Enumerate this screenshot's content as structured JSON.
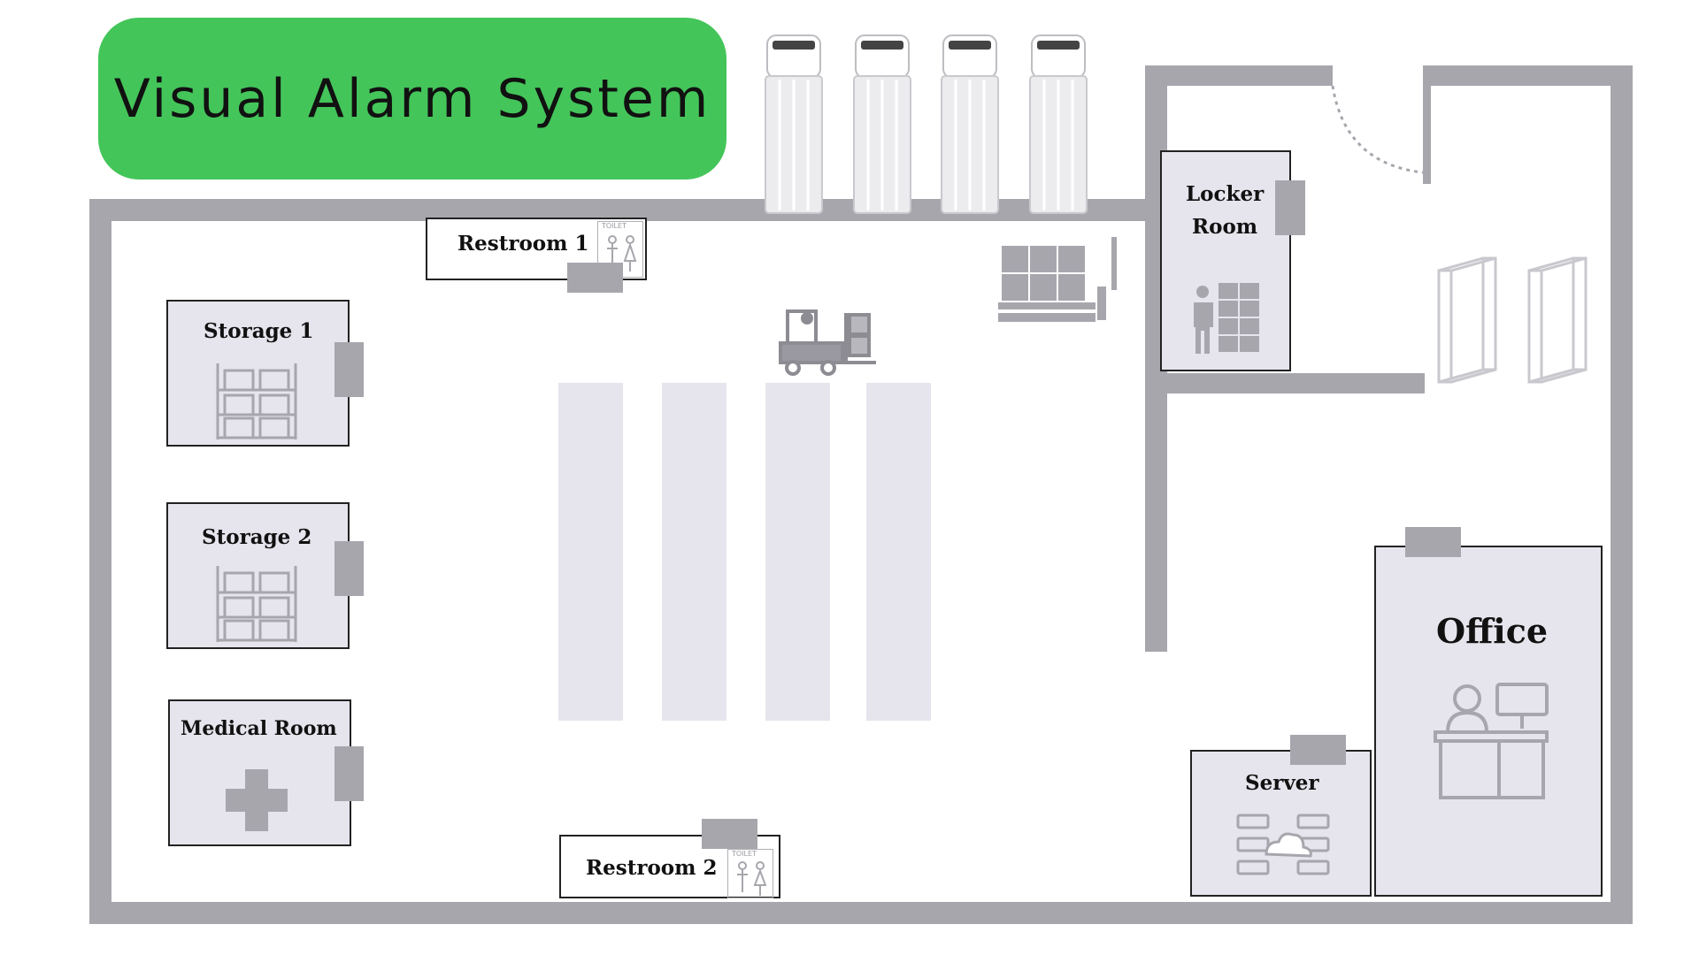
{
  "title": "Visual Alarm System",
  "rooms": {
    "restroom_1": {
      "label": "Restroom 1",
      "sign": "TOILET"
    },
    "restroom_2": {
      "label": "Restroom 2",
      "sign": "TOILET"
    },
    "storage_1": {
      "label": "Storage 1"
    },
    "storage_2": {
      "label": "Storage 2"
    },
    "medical_room": {
      "label": "Medical Room"
    },
    "locker_room": {
      "label_line1": "Locker",
      "label_line2": "Room"
    },
    "server": {
      "label": "Server"
    },
    "office": {
      "label": "Office"
    }
  },
  "icons": {
    "trucks": "truck-icon",
    "forklift": "forklift-icon",
    "pallet": "pallet-jack-icon",
    "metal_detectors": "metal-detector-icon",
    "shelving": "shelving-icon",
    "medical_cross": "medical-cross-icon",
    "locker_person": "locker-person-icon",
    "server_cloud": "server-cloud-icon",
    "office_desk": "office-desk-icon",
    "toilet_sign": "toilet-sign-icon"
  },
  "colors": {
    "title_bg": "#44c55a",
    "wall": "#a8a6ad",
    "room_fill": "#e6e4ec",
    "shelf_fill": "#e6e4ec",
    "door_marker": "#a8a6ad"
  }
}
